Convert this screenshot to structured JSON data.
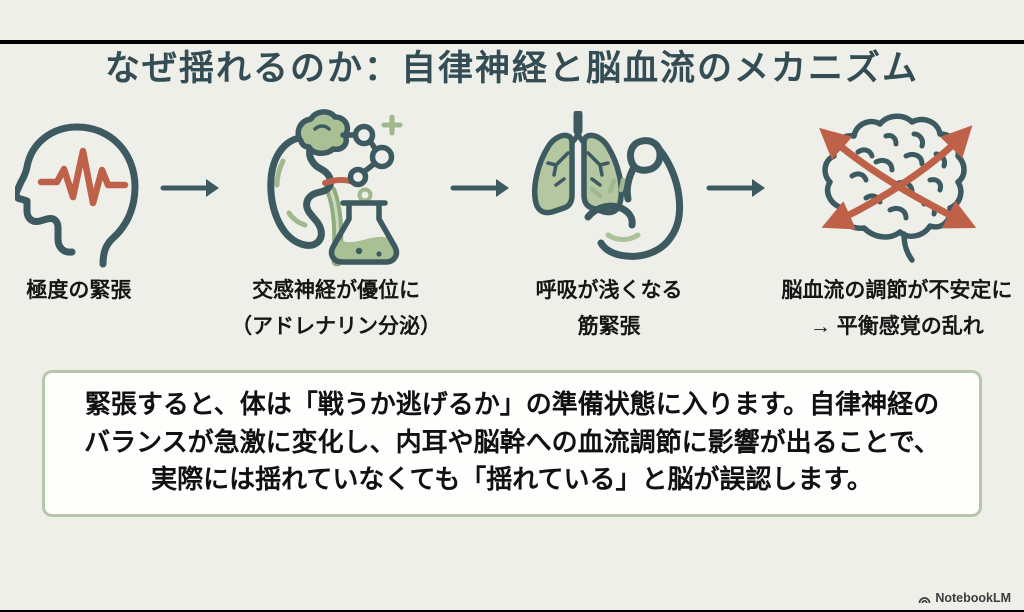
{
  "slide": {
    "title": "なぜ揺れるのか：自律神経と脳血流のメカニズム",
    "steps": [
      {
        "icon": "stressed-head-icon",
        "line1": "極度の緊張",
        "line2": ""
      },
      {
        "icon": "adrenal-gland-secretion-icon",
        "line1": "交感神経が優位に",
        "line2": "（アドレナリン分泌）"
      },
      {
        "icon": "lungs-muscle-tension-icon",
        "line1": "呼吸が浅くなる",
        "line2": "筋緊張"
      },
      {
        "icon": "unstable-brain-bloodflow-icon",
        "line1": "脳血流の調節が不安定に",
        "line2": "→ 平衡感覚の乱れ"
      }
    ],
    "arrow_glyph": "→",
    "summary": {
      "line1": "緊張すると、体は「戦うか逃げるか」の準備状態に入ります。自律神経の",
      "line2": "バランスが急激に変化し、内耳や脳幹への血流調節に影響が出ることで、",
      "line3": "実際には揺れていなくても「揺れている」と脳が誤認します。"
    },
    "watermark": "NotebookLM",
    "colors": {
      "background": "#edefe8",
      "title_teal": "#344c53",
      "ink_teal": "#3d5a61",
      "accent_red": "#bf6049",
      "sage_stroke": "#9fb88e",
      "sage_fill": "#b0c49c",
      "box_border": "#b5c9aa",
      "box_background": "#fefefc",
      "text_black": "#111111"
    }
  }
}
